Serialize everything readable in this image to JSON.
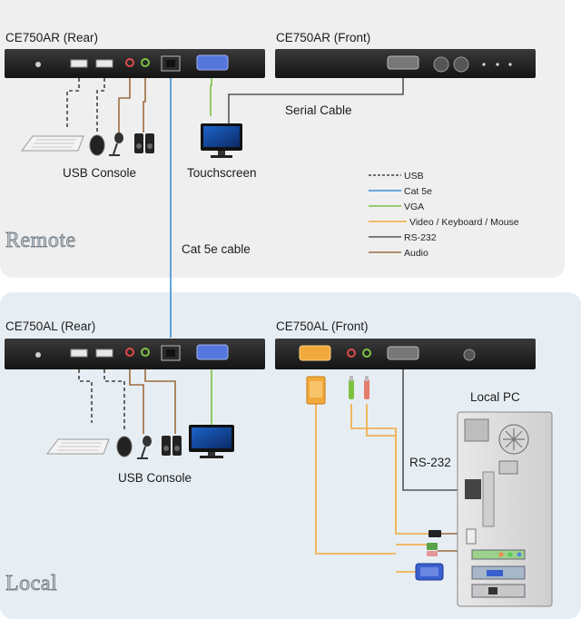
{
  "remote": {
    "section_label": "Remote",
    "rear_title": "CE750AR (Rear)",
    "front_title": "CE750AR (Front)",
    "serial_cable_label": "Serial Cable",
    "touchscreen_label": "Touchscreen",
    "usb_console_label": "USB Console"
  },
  "cat5e_cable_label": "Cat 5e cable",
  "legend": {
    "items": [
      {
        "label": "USB",
        "color": "#444444",
        "style": "dashed"
      },
      {
        "label": "Cat 5e",
        "color": "#3a8fd6",
        "style": "solid"
      },
      {
        "label": "VGA",
        "color": "#7cc242",
        "style": "solid"
      },
      {
        "label": "Video / Keyboard / Mouse",
        "color": "#f2a93b",
        "style": "solid"
      },
      {
        "label": "RS-232",
        "color": "#555555",
        "style": "solid"
      },
      {
        "label": "Audio",
        "color": "#9c6b3f",
        "style": "solid"
      }
    ]
  },
  "local": {
    "section_label": "Local",
    "rear_title": "CE750AL (Rear)",
    "front_title": "CE750AL (Front)",
    "usb_console_label": "USB Console",
    "local_pc_label": "Local PC",
    "rs232_label": "RS-232"
  }
}
